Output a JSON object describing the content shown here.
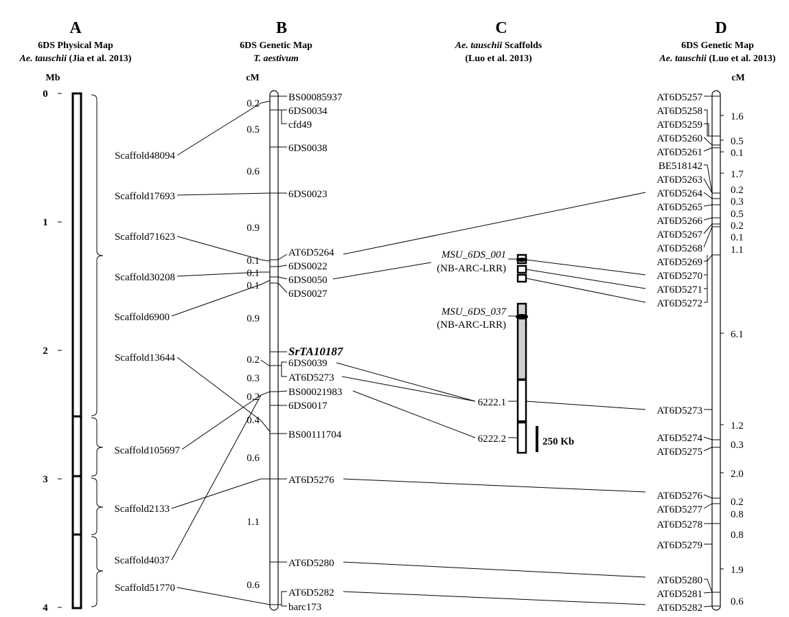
{
  "panels": {
    "A": {
      "letter": "A",
      "title_bold": "6DS Physical Map",
      "subtitle_italic": "Ae. tauschii",
      "subtitle_rest": " (Jia et al. 2013)",
      "unit": "Mb",
      "ticks": [
        "0",
        "1",
        "2",
        "3",
        "4"
      ],
      "scaffolds": [
        "Scaffold48094",
        "Scaffold17693",
        "Scaffold71623",
        "Scaffold30208",
        "Scaffold6900",
        "Scaffold13644",
        "Scaffold105697",
        "Scaffold2133",
        "Scaffold4037",
        "Scaffold51770"
      ]
    },
    "B": {
      "letter": "B",
      "title_bold": "6DS Genetic Map",
      "subtitle_italic": "T. aestivum",
      "unit": "cM",
      "markers": [
        "BS00085937",
        "6DS0034",
        "cfd49",
        "6DS0038",
        "6DS0023",
        "AT6D5264",
        "6DS0022",
        "6DS0050",
        "6DS0027",
        "SrTA10187",
        "6DS0039",
        "AT6D5273",
        "BS00021983",
        "6DS0017",
        "BS00111704",
        "AT6D5276",
        "AT6D5280",
        "AT6D5282",
        "barc173"
      ],
      "distances": [
        "0.2",
        "0.5",
        "0.6",
        "0.9",
        "0.1",
        "0.1",
        "0.1",
        "0.9",
        "0.2",
        "0.3",
        "0.2",
        "0.4",
        "0.6",
        "1.1",
        "0.6"
      ]
    },
    "C": {
      "letter": "C",
      "title_italic": "Ae. tauschii",
      "title_rest": " Scaffolds",
      "subtitle": "(Luo et al. 2013)",
      "scaffold1_name": "MSU_6DS_001",
      "scaffold1_type": "(NB-ARC-LRR)",
      "scaffold2_name": "MSU_6DS_037",
      "scaffold2_type": "(NB-ARC-LRR)",
      "pos1": "6222.1",
      "pos2": "6222.2",
      "scale_bar": "250 Kb"
    },
    "D": {
      "letter": "D",
      "title_bold": "6DS Genetic Map",
      "subtitle_italic": "Ae. tauschii",
      "subtitle_rest": " (Luo et al. 2013)",
      "unit": "cM",
      "markers": [
        "AT6D5257",
        "AT6D5258",
        "AT6D5259",
        "AT6D5260",
        "AT6D5261",
        "BE518142",
        "AT6D5263",
        "AT6D5264",
        "AT6D5265",
        "AT6D5266",
        "AT6D5267",
        "AT6D5268",
        "AT6D5269",
        "AT6D5270",
        "AT6D5271",
        "AT6D5272",
        "AT6D5273",
        "AT6D5274",
        "AT6D5275",
        "AT6D5276",
        "AT6D5277",
        "AT6D5278",
        "AT6D5279",
        "AT6D5280",
        "AT6D5281",
        "AT6D5282"
      ],
      "distances": [
        "1.6",
        "0.5",
        "0.1",
        "1.7",
        "0.2",
        "0.3",
        "0.5",
        "0.2",
        "0.1",
        "1.1",
        "6.1",
        "1.2",
        "0.3",
        "2.0",
        "0.2",
        "0.8",
        "0.8",
        "1.9",
        "0.6"
      ]
    }
  }
}
